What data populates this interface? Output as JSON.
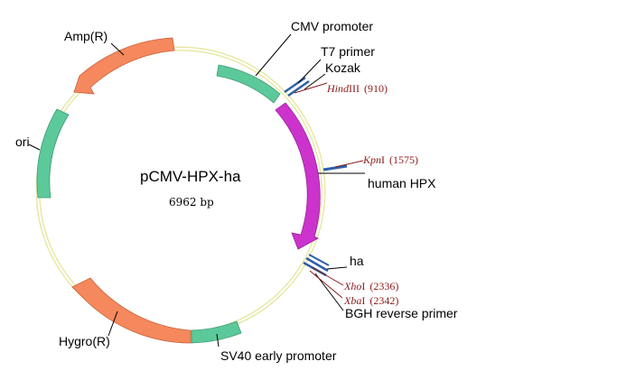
{
  "plasmid": {
    "name": "pCMV-HPX-ha",
    "size": "6962 bp"
  },
  "features": [
    {
      "label": "CMV promoter",
      "color": "#5cc99a"
    },
    {
      "label": "human HPX",
      "color": "#cc33cc"
    },
    {
      "label": "SV40 early promoter",
      "color": "#5cc99a"
    },
    {
      "label": "Hygro(R)",
      "color": "#f5885c"
    },
    {
      "label": "ori",
      "color": "#5cc99a"
    },
    {
      "label": "Amp(R)",
      "color": "#f5885c"
    }
  ],
  "markers": [
    {
      "label": "T7 primer",
      "color": "#2e5fa8"
    },
    {
      "label": "Kozak",
      "color": "#2e5fa8"
    },
    {
      "label": "ha",
      "color": "#2e5fa8"
    },
    {
      "label": "BGH reverse primer",
      "color": "#2e5fa8"
    }
  ],
  "sites": [
    {
      "enzyme": "HindIII",
      "enzyme_italic": "Hind",
      "enzyme_plain": "III",
      "position": "(910)"
    },
    {
      "enzyme": "KpnI",
      "enzyme_italic": "Kpn",
      "enzyme_plain": "I",
      "position": "(1575)"
    },
    {
      "enzyme": "XhoI",
      "enzyme_italic": "Xho",
      "enzyme_plain": "I",
      "position": "(2336)"
    },
    {
      "enzyme": "XbaI",
      "enzyme_italic": "Xba",
      "enzyme_plain": "I",
      "position": "(2342)"
    }
  ],
  "colors": {
    "backbone": "#e8e8a8",
    "site_text": "#8b1a1a"
  }
}
